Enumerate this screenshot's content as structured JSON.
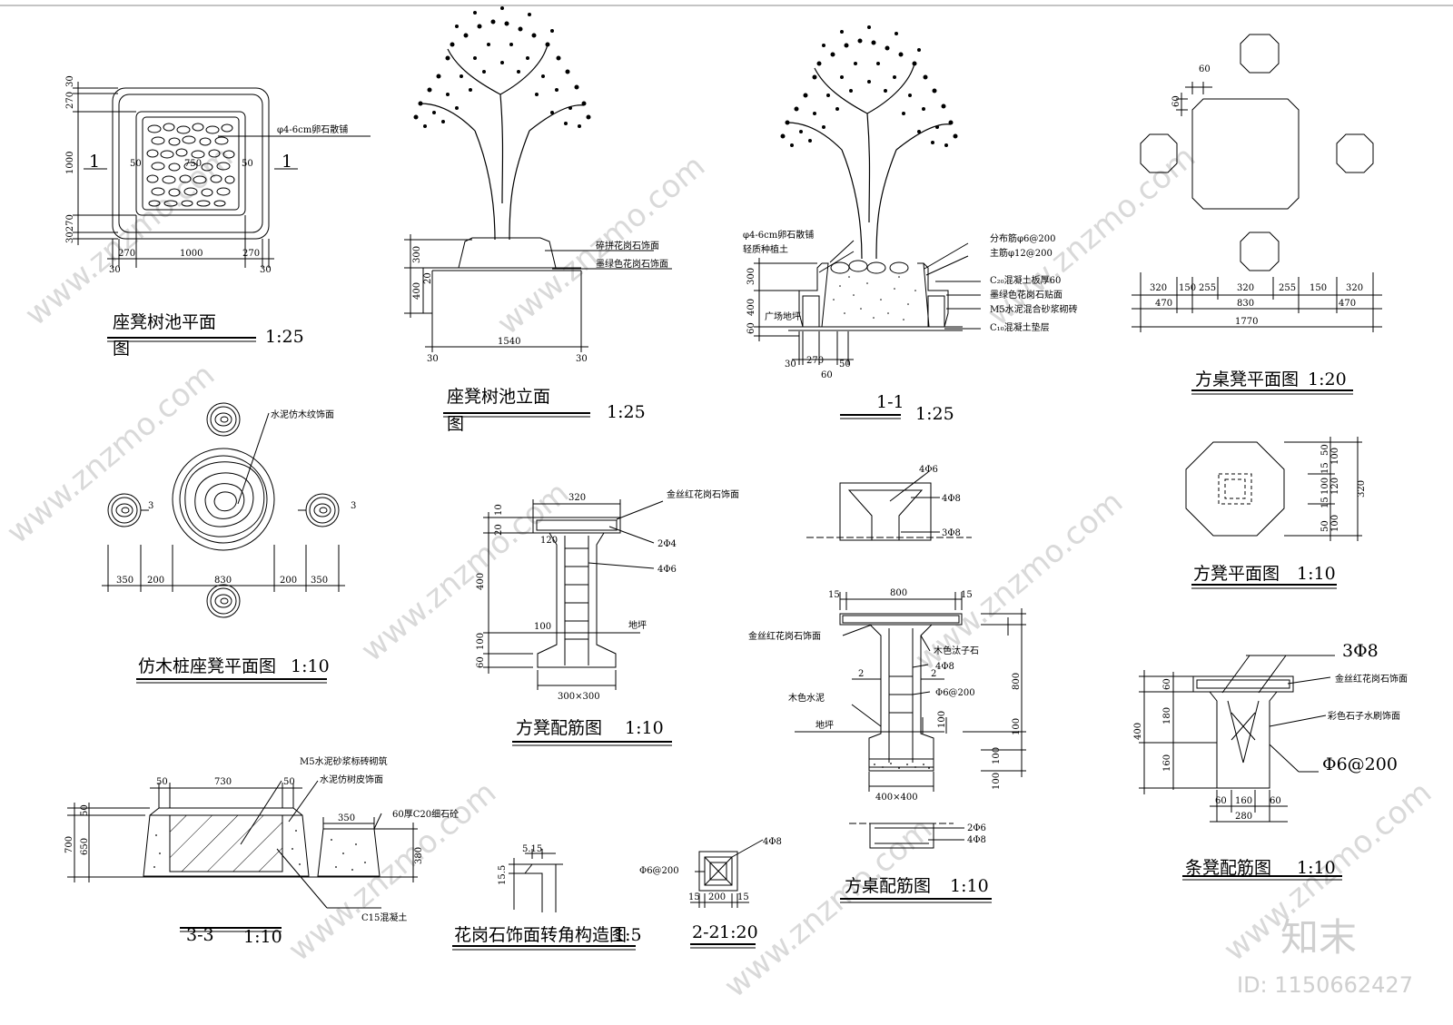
{
  "titles": {
    "bench_pool_plan_a": "座凳树池平面",
    "bench_pool_plan_b": "图",
    "bench_pool_plan_scale": "1:25",
    "bench_pool_elev_a": "座凳树池立面",
    "bench_pool_elev_b": "图",
    "bench_pool_elev_scale": "1:25",
    "section_11": "1-1",
    "section_11_scale": "1:25",
    "table_stool_plan": "方桌凳平面图",
    "table_stool_plan_scale": "1:20",
    "stump_plan": "仿木桩座凳平面图",
    "stump_plan_scale": "1:10",
    "stool_rebar": "方凳配筋图",
    "stool_rebar_scale": "1:10",
    "stool_plan": "方凳平面图",
    "stool_plan_scale": "1:10",
    "table_rebar": "方桌配筋图",
    "table_rebar_scale": "1:10",
    "bench_rebar": "条凳配筋图",
    "bench_rebar_scale": "1:10",
    "section_33": "3-3",
    "section_33_scale": "1:10",
    "granite_corner": "花岗石饰面转角构造图",
    "granite_corner_scale": "1:5",
    "section_22": "2-2",
    "section_22_scale": "1:20"
  },
  "notes": {
    "pebble": "φ4-6cm卵石散铺",
    "broken_granite": "碎拼花岗石饰面",
    "dark_green_granite": "墨绿色花岗石饰面",
    "pebble_2": "φ4-6cm卵石散铺",
    "light_soil": "轻质种植土",
    "dist_bar": "分布筋φ6@200",
    "main_bar": "主筋φ12@200",
    "c20_slab": "C₂₀混凝土板厚60",
    "dark_green_paste": "墨绿色花岗石贴面",
    "m5_brick": "M5水泥混合砂浆砌砖",
    "c10_pad": "C₁₀混凝土垫层",
    "plaza_ground": "广场地坪",
    "cement_wood_grain": "水泥仿木纹饰面",
    "gold_red_granite": "金丝红花岗石饰面",
    "r_2phi4": "2Φ4",
    "r_4phi6": "4Φ6",
    "ground": "地坪",
    "t_4phi6": "4Φ6",
    "t_4phi8": "4Φ8",
    "t_3phi8": "3Φ8",
    "gold_red_granite_2": "金丝红花岗石饰面",
    "wood_stone": "木色汰子石",
    "tb_4phi8": "4Φ8",
    "tb_phi6": "Φ6@200",
    "wood_cement": "木色水泥",
    "ground_2": "地坪",
    "b_3phi8": "3Φ8",
    "gold_red_granite_3": "金丝红花岗石饰面",
    "color_stone": "彩色石子水刷饰面",
    "b_phi6": "Φ6@200",
    "m5_std_brick": "M5水泥砂浆标砖砌筑",
    "cement_bark": "水泥仿树皮饰面",
    "c20_fine": "60厚C20细石砼",
    "c15": "C15混凝土",
    "s22_4phi8": "4Φ8",
    "s22_phi6": "Φ6@200",
    "b2_2phi6": "2Φ6",
    "b2_4phi8": "4Φ8",
    "sec_mark": "1",
    "sec2_mark": "2",
    "sec3_mark": "3"
  },
  "dims": {
    "p_30a": "30",
    "p_270a": "270",
    "p_1000v": "1000",
    "p_30270": "30270",
    "p_270b": "270",
    "p_1000h": "1000",
    "p_270c": "270",
    "p_30b": "30",
    "p_30c": "30",
    "p_50a": "50",
    "p_750": "750",
    "p_50b": "50",
    "e_300": "300",
    "e_400": "400",
    "e_20": "20",
    "e_1540": "1540",
    "e_30a": "30",
    "e_30b": "30",
    "s_300": "300",
    "s_400": "400",
    "s_60": "60",
    "s_30": "30",
    "s_270": "270",
    "s_50": "50",
    "s_60b": "60",
    "ts_60a": "60",
    "ts_60b": "60",
    "ts_320a": "320",
    "ts_150a": "150",
    "ts_255a": "255",
    "ts_320b": "320",
    "ts_255b": "255",
    "ts_150b": "150",
    "ts_320c": "320",
    "ts_470a": "470",
    "ts_830": "830",
    "ts_470b": "470",
    "ts_1770": "1770",
    "st_350a": "350",
    "st_200a": "200",
    "st_830": "830",
    "st_200b": "200",
    "st_350b": "350",
    "sr_320": "320",
    "sr_10": "10",
    "sr_20": "20",
    "sr_120": "120",
    "sr_400": "400",
    "sr_100a": "100",
    "sr_100b": "100",
    "sr_60": "60",
    "sr_300x300": "300×300",
    "sp_50a": "50",
    "sp_100a": "100",
    "sp_15a": "15",
    "sp_100b": "100",
    "sp_120": "120",
    "sp_320": "320",
    "sp_15b": "15",
    "sp_50b": "50",
    "sp_100c": "100",
    "tr_800": "800",
    "tr_15a": "15",
    "tr_15b": "15",
    "tr_800v": "800",
    "tr_100a": "100",
    "tr_100b": "100",
    "tr_100c": "100",
    "tr_100d": "100",
    "tr_400x400": "400×400",
    "tr_2a": "2",
    "tr_2b": "2",
    "br_60": "60",
    "br_180": "180",
    "br_400": "400",
    "br_160": "160",
    "br_60a": "60",
    "br_160b": "160",
    "br_60b": "60",
    "br_280": "280",
    "s3_50a": "50",
    "s3_730": "730",
    "s3_50b": "50",
    "s3_350": "350",
    "s3_50v": "50",
    "s3_700": "700",
    "s3_650": "650",
    "s3_380": "380",
    "gc_515": "5.15",
    "gc_155": "15.5",
    "s22_15a": "15",
    "s22_200": "200",
    "s22_15b": "15"
  },
  "watermark": {
    "site": "www.znzmo.com",
    "brand": "知末",
    "id": "ID: 1150662427"
  }
}
